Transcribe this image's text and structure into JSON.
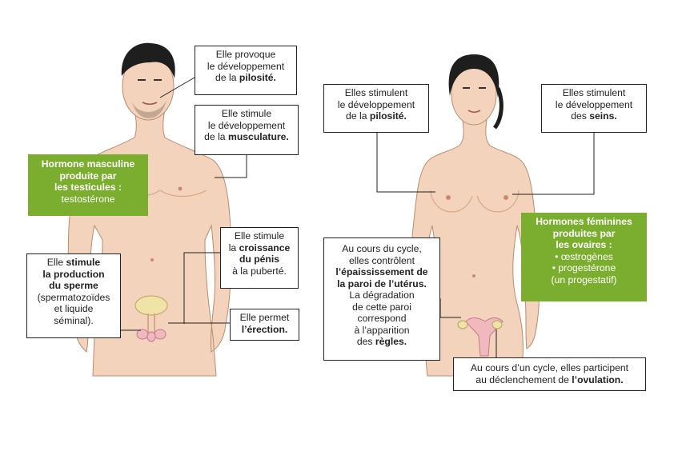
{
  "male": {
    "hormone_box": {
      "title_lines": [
        "Hormone masculine",
        "produite par",
        "les testicules :"
      ],
      "hormones": [
        "testostérone"
      ]
    },
    "pilosite": {
      "line1": "Elle provoque",
      "line2": "le développement",
      "line3_pre": "de la ",
      "line3_bold": "pilosité."
    },
    "musculature": {
      "line1": "Elle stimule",
      "line2": "le développement",
      "line3_pre": "de la ",
      "line3_bold": "musculature."
    },
    "croissance": {
      "line1": "Elle stimule",
      "line2_pre": "la ",
      "line2_bold": "croissance",
      "line3_bold": "du pénis",
      "line4": "à la puberté."
    },
    "sperme": {
      "line1_pre": "Elle ",
      "line1_bold": "stimule",
      "line2_bold": "la production",
      "line3_bold": "du sperme",
      "line4": "(spermatozoïdes",
      "line5": "et liquide",
      "line6": "séminal)."
    },
    "erection": {
      "line1": "Elle permet",
      "line2_bold": "l’érection."
    }
  },
  "female": {
    "hormone_box": {
      "title_lines": [
        "Hormones féminines",
        "produites par",
        "les ovaires :"
      ],
      "hormones": [
        "• œstrogènes",
        "• progestérone",
        "(un progestatif)"
      ]
    },
    "pilosite": {
      "line1": "Elles stimulent",
      "line2": "le développement",
      "line3_pre": "de la ",
      "line3_bold": "pilosité."
    },
    "seins": {
      "line1": "Elles stimulent",
      "line2": "le développement",
      "line3_pre": "des ",
      "line3_bold": "seins."
    },
    "cycle": {
      "line1": "Au cours du cycle,",
      "line2": "elles contrôlent",
      "line3_bold": "l’épaississement de",
      "line4_bold": "la paroi de l’utérus.",
      "line5": "La dégradation",
      "line6": "de cette paroi",
      "line7": "correspond",
      "line8": "à l’apparition",
      "line9_pre": "des ",
      "line9_bold": "règles."
    },
    "ovulation": {
      "line1": "Au cours d’un cycle, elles participent",
      "line2_pre": "au déclenchement de ",
      "line2_bold": "l’ovulation."
    }
  },
  "colors": {
    "green": "#7bae2e",
    "skin": "#f3d3bb",
    "skin_shadow": "#e7b99a",
    "hair": "#1e1e1e",
    "line": "#222222"
  }
}
